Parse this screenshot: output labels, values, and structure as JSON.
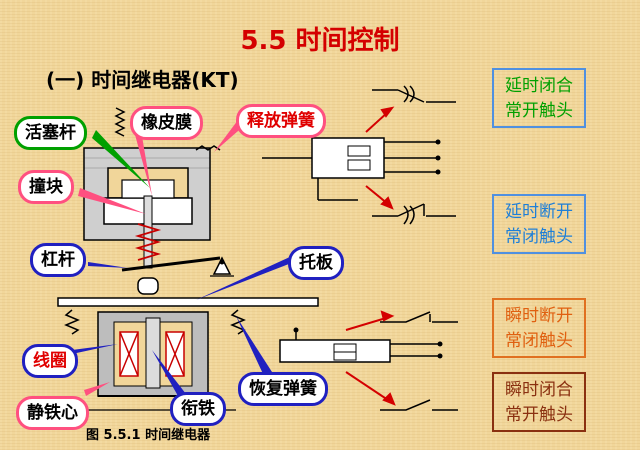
{
  "title": "5.5   时间控制",
  "subtitle": "(一) 时间继电器(KT)",
  "caption": "图 5.5.1   时间继电器",
  "labels": {
    "piston_rod": "活塞杆",
    "rubber_membrane": "橡皮膜",
    "release_spring": "释放弹簧",
    "striker": "撞块",
    "lever": "杠杆",
    "support_plate": "托板",
    "coil": "线圈",
    "restore_spring": "恢复弹簧",
    "static_core": "静铁心",
    "armature": "衔铁"
  },
  "contacts": [
    {
      "line1": "延时闭合",
      "line2": "常开触头",
      "color": "#00a000"
    },
    {
      "line1": "延时断开",
      "line2": "常闭触头",
      "color": "#1e7fd8"
    },
    {
      "line1": "瞬时断开",
      "line2": "常闭触头",
      "color": "#e06010"
    },
    {
      "line1": "瞬时闭合",
      "line2": "常开触头",
      "color": "#8a3010"
    }
  ]
}
